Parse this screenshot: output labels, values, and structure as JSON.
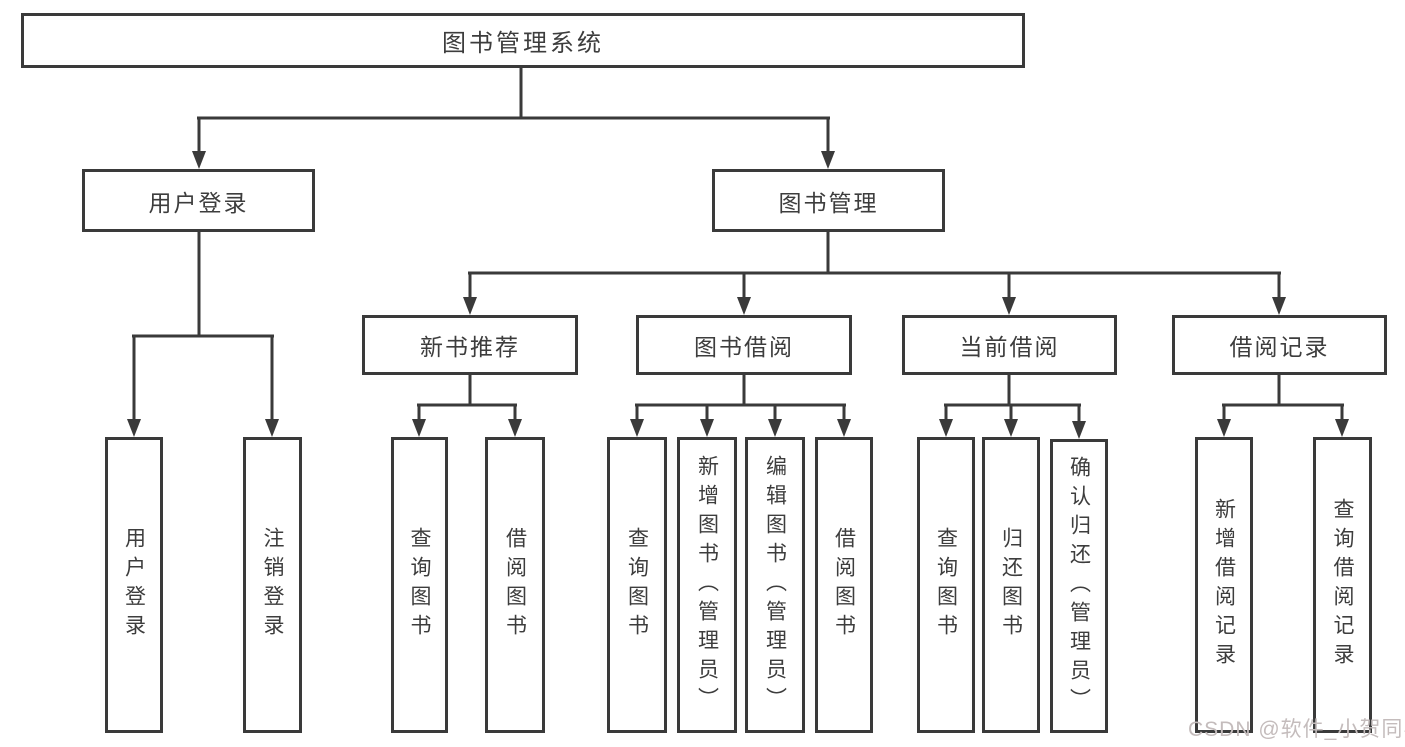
{
  "tree": {
    "label": "图书管理系统",
    "children": [
      {
        "label": "用户登录",
        "children": [
          {
            "label": "用户登录"
          },
          {
            "label": "注销登录"
          }
        ]
      },
      {
        "label": "图书管理",
        "children": [
          {
            "label": "新书推荐",
            "children": [
              {
                "label": "查询图书"
              },
              {
                "label": "借阅图书"
              }
            ]
          },
          {
            "label": "图书借阅",
            "children": [
              {
                "label": "查询图书"
              },
              {
                "label": "新增图书（管理员）"
              },
              {
                "label": "编辑图书（管理员）"
              },
              {
                "label": "借阅图书"
              }
            ]
          },
          {
            "label": "当前借阅",
            "children": [
              {
                "label": "查询图书"
              },
              {
                "label": "归还图书"
              },
              {
                "label": "确认归还（管理员）"
              }
            ]
          },
          {
            "label": "借阅记录",
            "children": [
              {
                "label": "新增借阅记录"
              },
              {
                "label": "查询借阅记录"
              }
            ]
          }
        ]
      }
    ]
  },
  "watermark": {
    "text": "CSDN @软件_小贺同学"
  },
  "colors": {
    "line": "#3a3a3a",
    "text": "#3d3d3d",
    "background": "#ffffff",
    "watermark": "#c4bcbc"
  }
}
